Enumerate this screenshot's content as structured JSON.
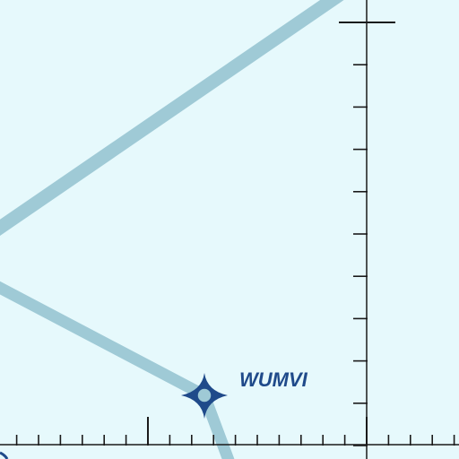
{
  "map": {
    "background_color": "#e6f9fc",
    "airway_color": "#9fcad6",
    "tick_color": "#1a1a1a",
    "waypoint_color": "#1f4a8a",
    "waypoint": {
      "name": "WUMVI",
      "symbol": "rnav-waypoint-icon"
    },
    "airways": [
      {
        "name": "airway-upper"
      },
      {
        "name": "airway-lower"
      }
    ]
  }
}
